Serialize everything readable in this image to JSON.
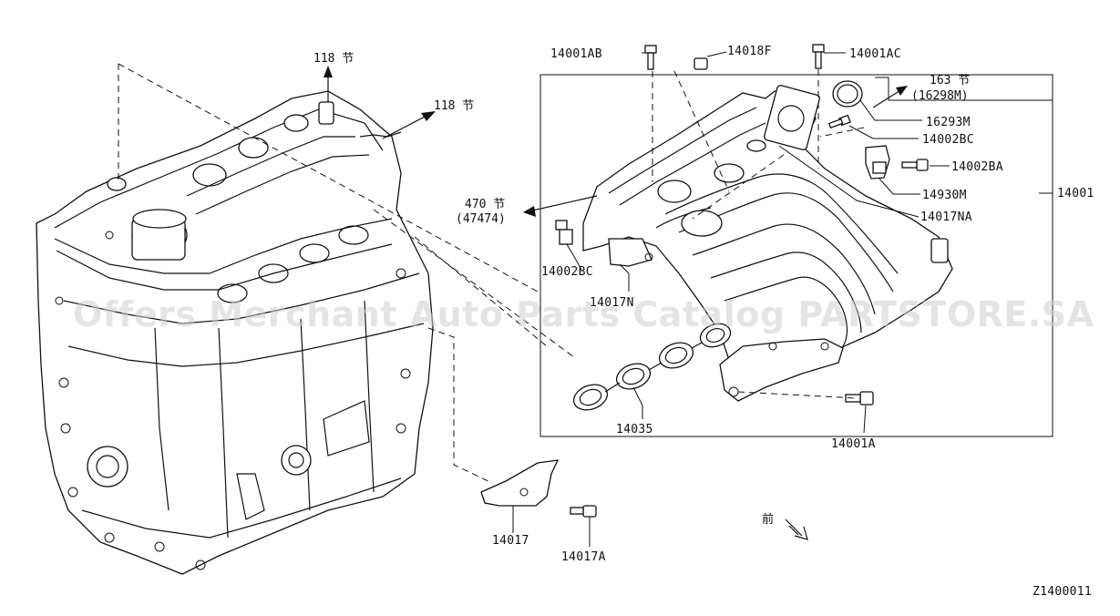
{
  "diagram_code": "Z1400011",
  "watermark": "Offers Merchant Auto Parts Catalog PARTSTORE.SA",
  "part_labels": {
    "p14001AB": "14001AB",
    "p14018F": "14018F",
    "p14001AC": "14001AC",
    "p16293M": "16293M",
    "p14002BC_top": "14002BC",
    "p14002BA": "14002BA",
    "p14930M": "14930M",
    "p14017NA": "14017NA",
    "p14001": "14001",
    "p14002BC_left": "14002BC",
    "p14017N": "14017N",
    "p14035": "14035",
    "p14001A": "14001A",
    "p14017": "14017",
    "p14017A": "14017A"
  },
  "section_refs": {
    "ref118_top": "118 节",
    "ref118_right": "118 节",
    "ref163": "163 节",
    "ref163_sub": "(16298M)",
    "ref470": "470 节",
    "ref470_sub": "(47474)"
  },
  "front_mark": "前",
  "colors": {
    "line": "#111111",
    "watermark": "#cfcfcf",
    "background": "#ffffff"
  }
}
